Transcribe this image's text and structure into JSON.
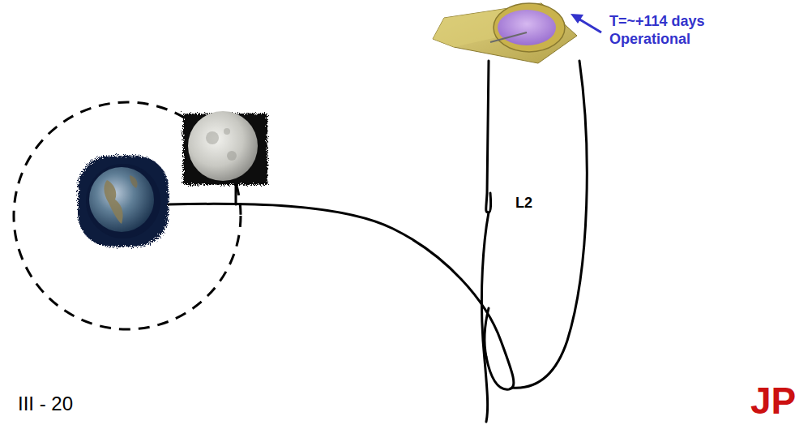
{
  "diagram": {
    "labels": [
      "T=~+114 days Operational",
      "L2",
      "III - 20",
      "JP"
    ]
  }
}
